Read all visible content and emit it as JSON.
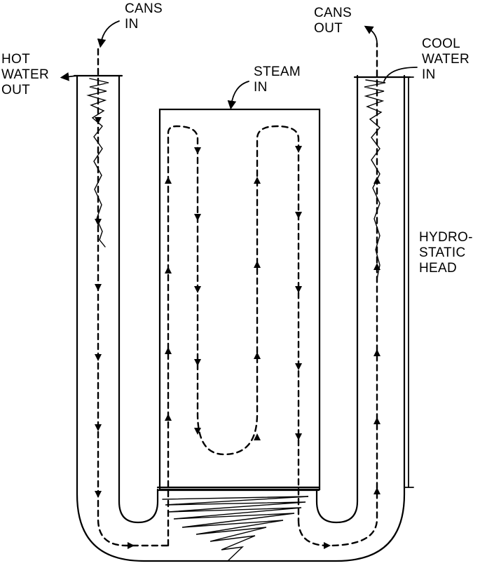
{
  "labels": {
    "cans_in": [
      "CANS",
      "IN"
    ],
    "cans_out": [
      "CANS",
      "OUT"
    ],
    "hot_water_out": [
      "HOT",
      "WATER",
      "OUT"
    ],
    "cool_water_in": [
      "COOL",
      "WATER",
      "IN"
    ],
    "steam_in": [
      "STEAM",
      "IN"
    ],
    "hydrostatic_head": [
      "HYDRO-",
      "STATIC",
      "HEAD"
    ]
  },
  "colors": {
    "line": "#000000",
    "background": "#ffffff"
  }
}
